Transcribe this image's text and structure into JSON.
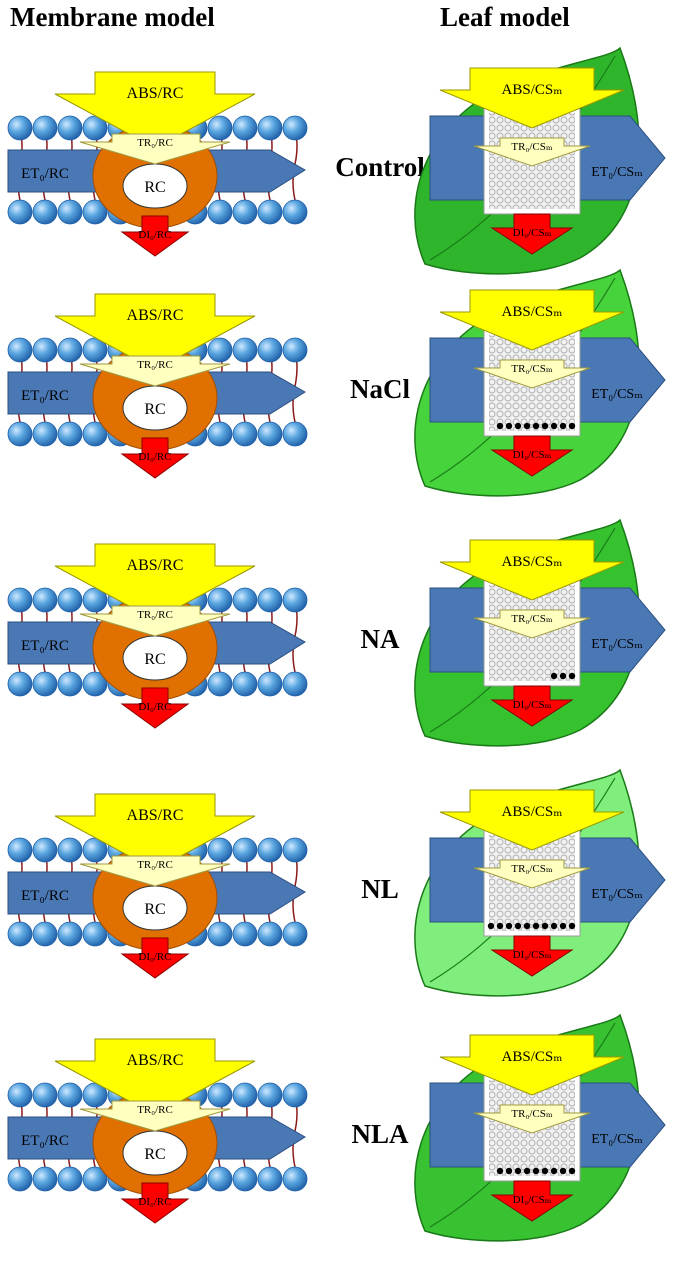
{
  "headers": {
    "membrane": "Membrane model",
    "leaf": "Leaf model"
  },
  "membrane_labels": {
    "abs": "ABS/RC",
    "tr": "TR₀/RC",
    "et": "ET₀/RC",
    "rc": "RC",
    "di": "DI₀/RC"
  },
  "leaf_labels": {
    "abs": "ABS/CSₘ",
    "tr": "TR₀/CSₘ",
    "et": "ET₀/CSₘ",
    "di": "DI₀/CSₘ"
  },
  "treatments": [
    {
      "name": "Control",
      "leaf_color": "#2fb52b",
      "inactive_rc_dots": 0
    },
    {
      "name": "NaCl",
      "leaf_color": "#47d33b",
      "inactive_rc_dots": 9
    },
    {
      "name": "NA",
      "leaf_color": "#36c12f",
      "inactive_rc_dots": 3
    },
    {
      "name": "NL",
      "leaf_color": "#7fee7c",
      "inactive_rc_dots": 10
    },
    {
      "name": "NLA",
      "leaf_color": "#38c232",
      "inactive_rc_dots": 9
    }
  ],
  "colors": {
    "lipid_head": "#5aa6e0",
    "lipid_tail": "#8b1a1a",
    "et_arrow": "#4a78b5",
    "abs_arrow": "#ffff00",
    "tr_arrow": "#ffffc0",
    "rc_body": "#e07000",
    "di_arrow": "#ff0000",
    "grid": "#d0d0d0"
  }
}
